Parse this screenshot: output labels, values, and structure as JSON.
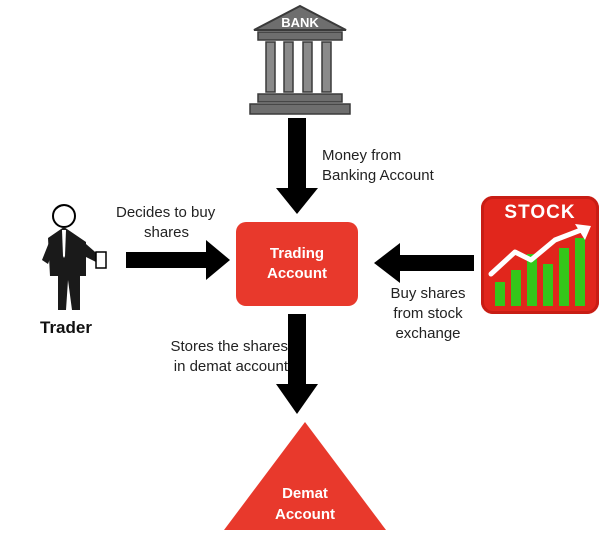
{
  "nodes": {
    "bank": {
      "label": "BANK"
    },
    "trading_account": {
      "line1": "Trading",
      "line2": "Account"
    },
    "demat_account": {
      "line1": "Demat",
      "line2": "Account"
    },
    "stock": {
      "label": "STOCK"
    },
    "trader": {
      "label": "Trader"
    }
  },
  "edges": {
    "bank_to_trading": {
      "line1": "Money from",
      "line2": "Banking Account"
    },
    "trader_to_trading": {
      "line1": "Decides to buy",
      "line2": "shares"
    },
    "stock_to_trading": {
      "line1": "Buy shares",
      "line2": "from stock",
      "line3": "exchange"
    },
    "trading_to_demat": {
      "line1": "Stores the shares",
      "line2": "in demat account"
    }
  },
  "colors": {
    "box_red": "#e8392c",
    "stock_red": "#e1261c",
    "bank_gray": "#6e6e6e",
    "arrow": "#000000",
    "stock_green": "#35c61a"
  },
  "icons": {
    "bank": "bank-building-icon",
    "stock": "stock-chart-icon",
    "trader": "businessman-icon"
  }
}
